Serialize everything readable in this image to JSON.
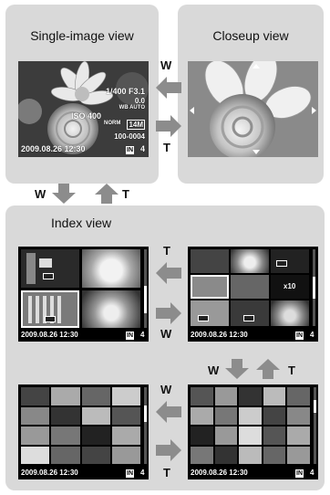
{
  "single_view": {
    "title": "Single-image view",
    "shutter_aperture": "1/400  F3.1",
    "exposure_comp": "0.0",
    "wb": "WB AUTO",
    "iso": "ISO 400",
    "norm": "NORM",
    "resolution": "14M",
    "file_number": "100-0004",
    "datetime": "2009.08.26  12:30",
    "in_badge": "IN",
    "frame": "4"
  },
  "closeup_view": {
    "title": "Closeup view"
  },
  "index_view": {
    "title": "Index view",
    "datetime": "2009.08.26  12:30",
    "in_badge": "IN",
    "frame": "4",
    "print_count": "x10"
  },
  "zoom_labels": {
    "w": "W",
    "t": "T"
  },
  "colors": {
    "panel_bg": "#d9d9d9",
    "arrow_fill": "#8c8c8c",
    "lcd_bg": "#000000"
  }
}
